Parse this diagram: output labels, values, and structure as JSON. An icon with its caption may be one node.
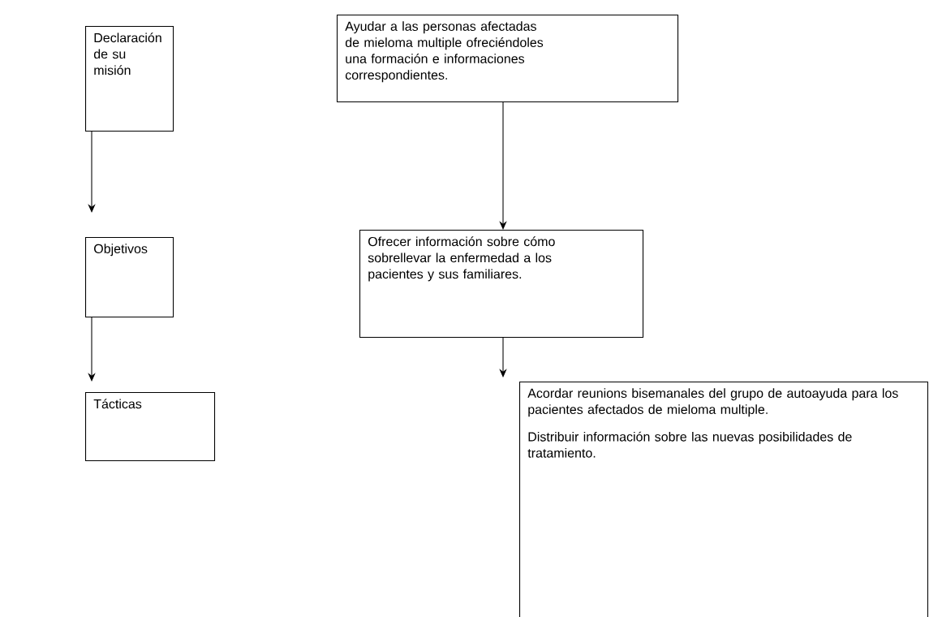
{
  "diagram": {
    "nodes": [
      {
        "text": [
          "Declaración de su misión"
        ]
      },
      {
        "text": [
          "Objetivos"
        ]
      },
      {
        "text": [
          "Tácticas"
        ]
      },
      {
        "text": [
          "Ayudar a las personas afectadas de mieloma multiple ofreciéndoles una formación e informaciones correspondientes."
        ]
      },
      {
        "text": [
          "Ofrecer información sobre cómo sobrellevar la enfermedad a los pacientes y sus familiares."
        ]
      },
      {
        "text": [
          "Acordar reunions bisemanales del grupo de autoayuda para los pacientes afectados de mieloma multiple.",
          "Distribuir información sobre las nuevas posibilidades de tratamiento."
        ]
      }
    ],
    "edges": [
      {
        "from": 0,
        "to": 1,
        "arrow": "to"
      },
      {
        "from": 1,
        "to": 2,
        "arrow": "to"
      },
      {
        "from": 3,
        "to": 4,
        "arrow": "to"
      },
      {
        "from": 4,
        "to": 5,
        "arrow": "to"
      }
    ]
  }
}
